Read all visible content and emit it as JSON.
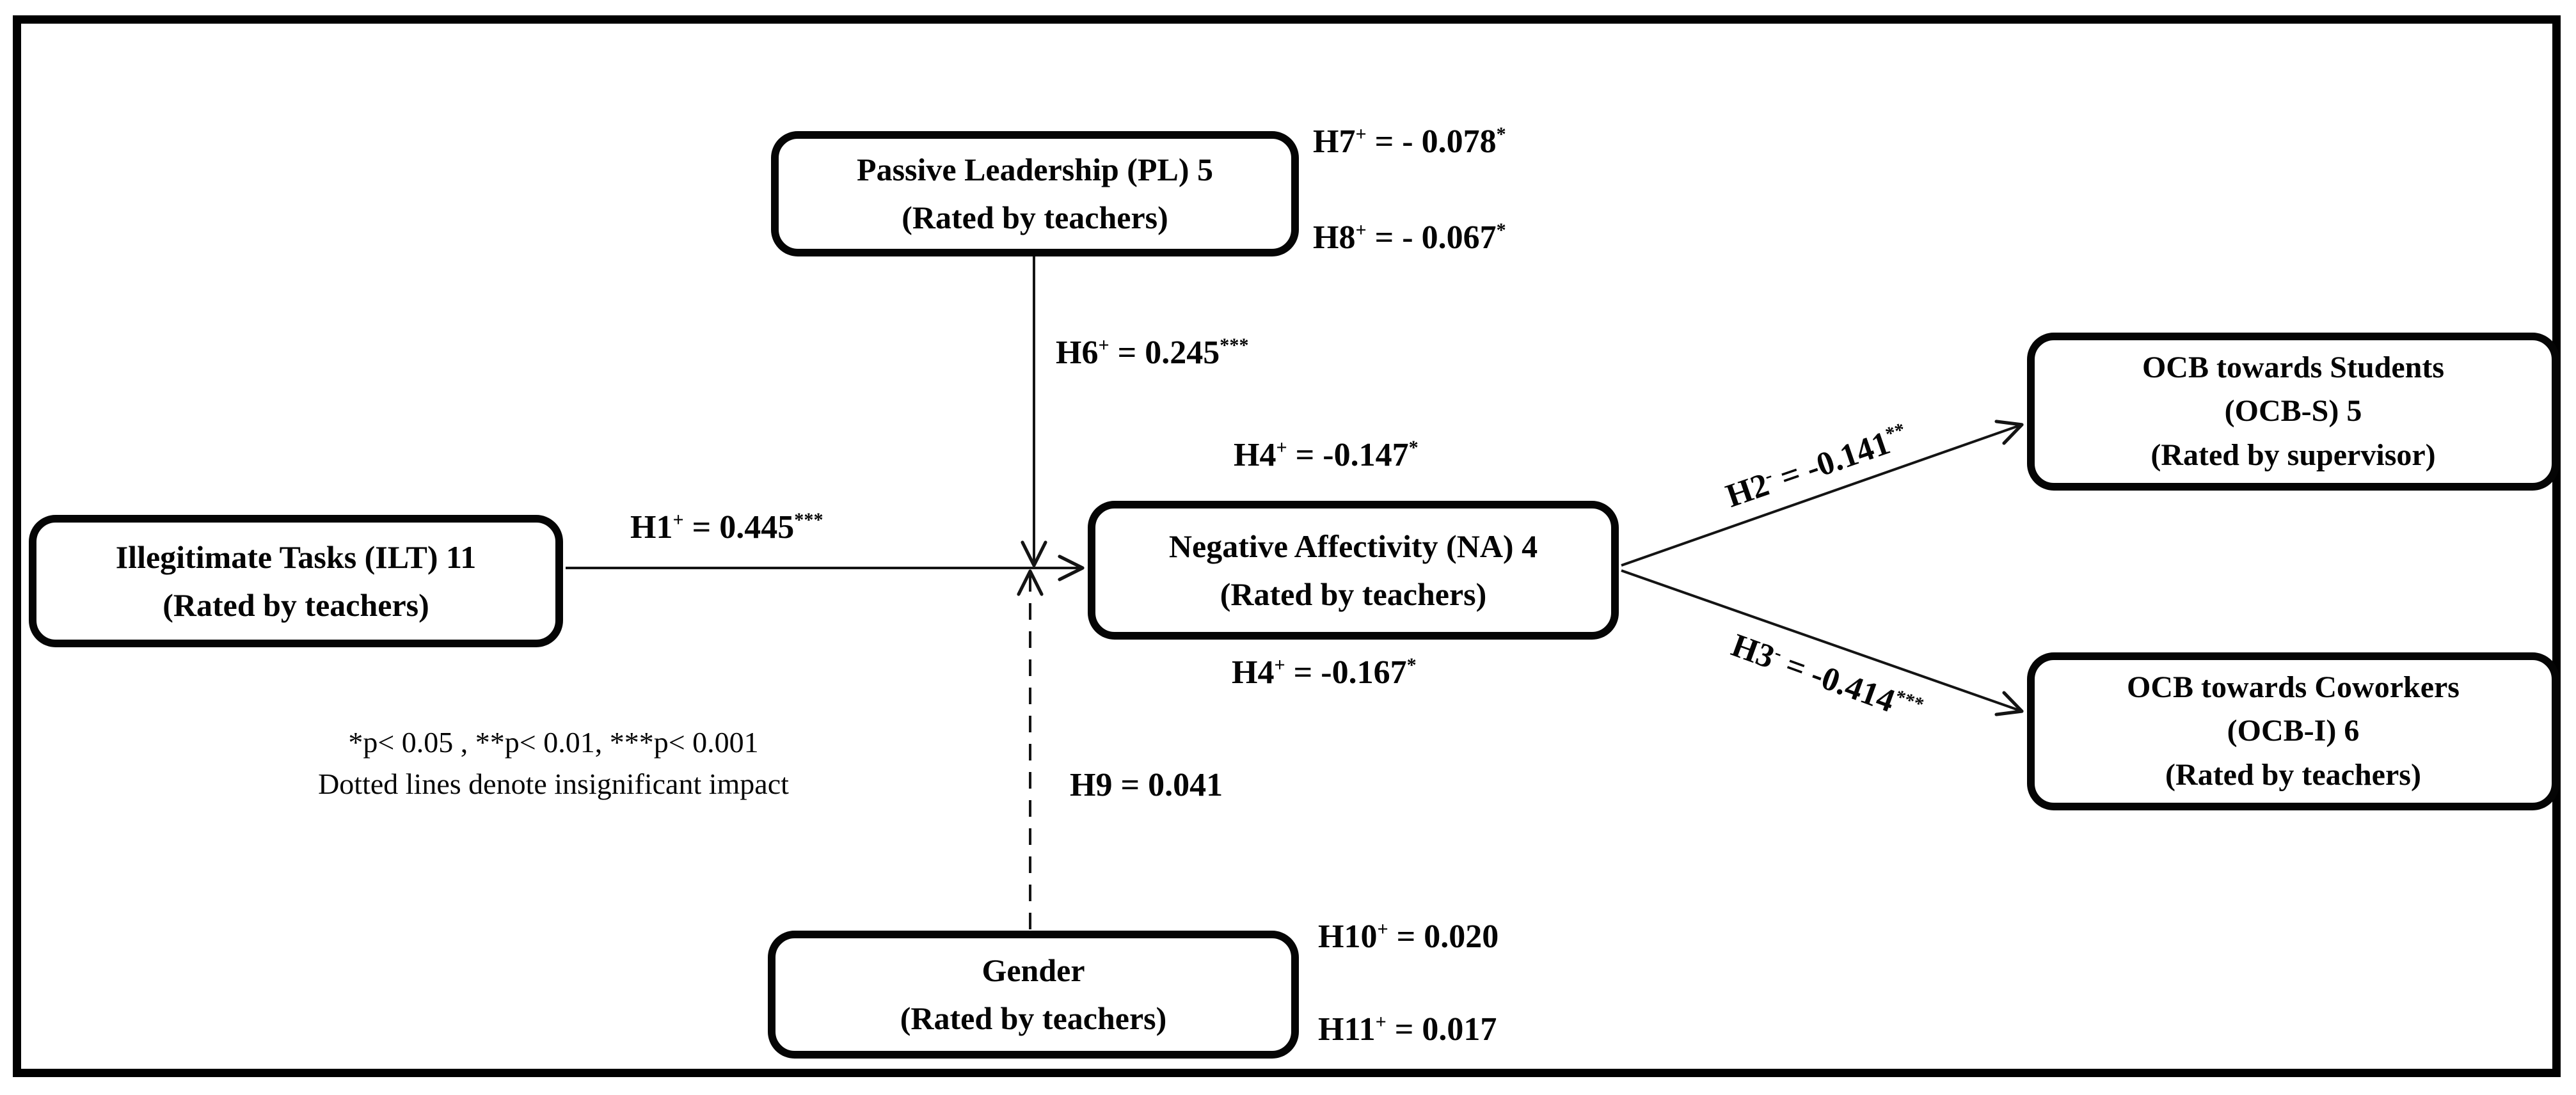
{
  "figure": {
    "type": "path-diagram",
    "background": "#ffffff",
    "line_color": "#141414",
    "border_color": "#010101"
  },
  "boxes": {
    "pl": {
      "line1": "Passive Leadership (PL) 5",
      "line2": "(Rated by teachers)"
    },
    "ilt": {
      "line1": "Illegitimate Tasks (ILT) 11",
      "line2": "(Rated by teachers)"
    },
    "na": {
      "line1": "Negative Affectivity (NA) 4",
      "line2": "(Rated by teachers)"
    },
    "gender": {
      "line1": "Gender",
      "line2": "(Rated by teachers)"
    },
    "ocbs": {
      "line1": "OCB towards Students",
      "line2": "(OCB-S) 5",
      "line3": "(Rated by supervisor)"
    },
    "ocbi": {
      "line1": "OCB towards Coworkers",
      "line2": "(OCB-I) 6",
      "line3": "(Rated by teachers)"
    }
  },
  "labels": {
    "h1": {
      "h": "H1",
      "sup": "+",
      "eq": " = 0.445",
      "stars": "***"
    },
    "h2": {
      "h": "H2",
      "sup": "-",
      "eq": " = -0.141",
      "stars": "**"
    },
    "h3": {
      "h": "H3",
      "sup": "-",
      "eq": " = -0.414",
      "stars": "***"
    },
    "h4_top": {
      "h": "H4",
      "sup": "+",
      "eq": " = -0.147",
      "stars": "*"
    },
    "h4_bottom": {
      "h": "H4",
      "sup": "+",
      "eq": " = -0.167",
      "stars": "*"
    },
    "h6": {
      "h": "H6",
      "sup": "+",
      "eq": " = 0.245",
      "stars": "***"
    },
    "h7": {
      "h": "H7",
      "sup": "+",
      "eq": " = - 0.078",
      "stars": "*"
    },
    "h8": {
      "h": "H8",
      "sup": "+",
      "eq": " = - 0.067",
      "stars": "*"
    },
    "h9": {
      "h": "H9",
      "sup": "",
      "eq": " = 0.041",
      "stars": ""
    },
    "h10": {
      "h": "H10",
      "sup": "+",
      "eq": " = 0.020",
      "stars": ""
    },
    "h11": {
      "h": "H11",
      "sup": "+",
      "eq": " = 0.017",
      "stars": ""
    }
  },
  "notes": {
    "line1": "*p< 0.05 , **p< 0.01, ***p< 0.001",
    "line2": "Dotted lines denote insignificant impact"
  }
}
